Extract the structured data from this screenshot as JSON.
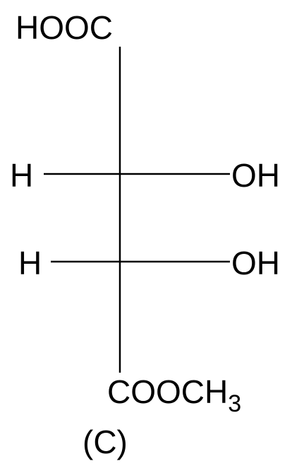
{
  "structure": {
    "top_group": "HOOC",
    "bottom_group_main": "COOCH",
    "bottom_group_subscript": "3",
    "row1": {
      "left": "H",
      "right": "OH"
    },
    "row2": {
      "left": "H",
      "right": "OH"
    },
    "caption": "(C)"
  },
  "colors": {
    "ink": "#000000",
    "background": "#ffffff"
  }
}
